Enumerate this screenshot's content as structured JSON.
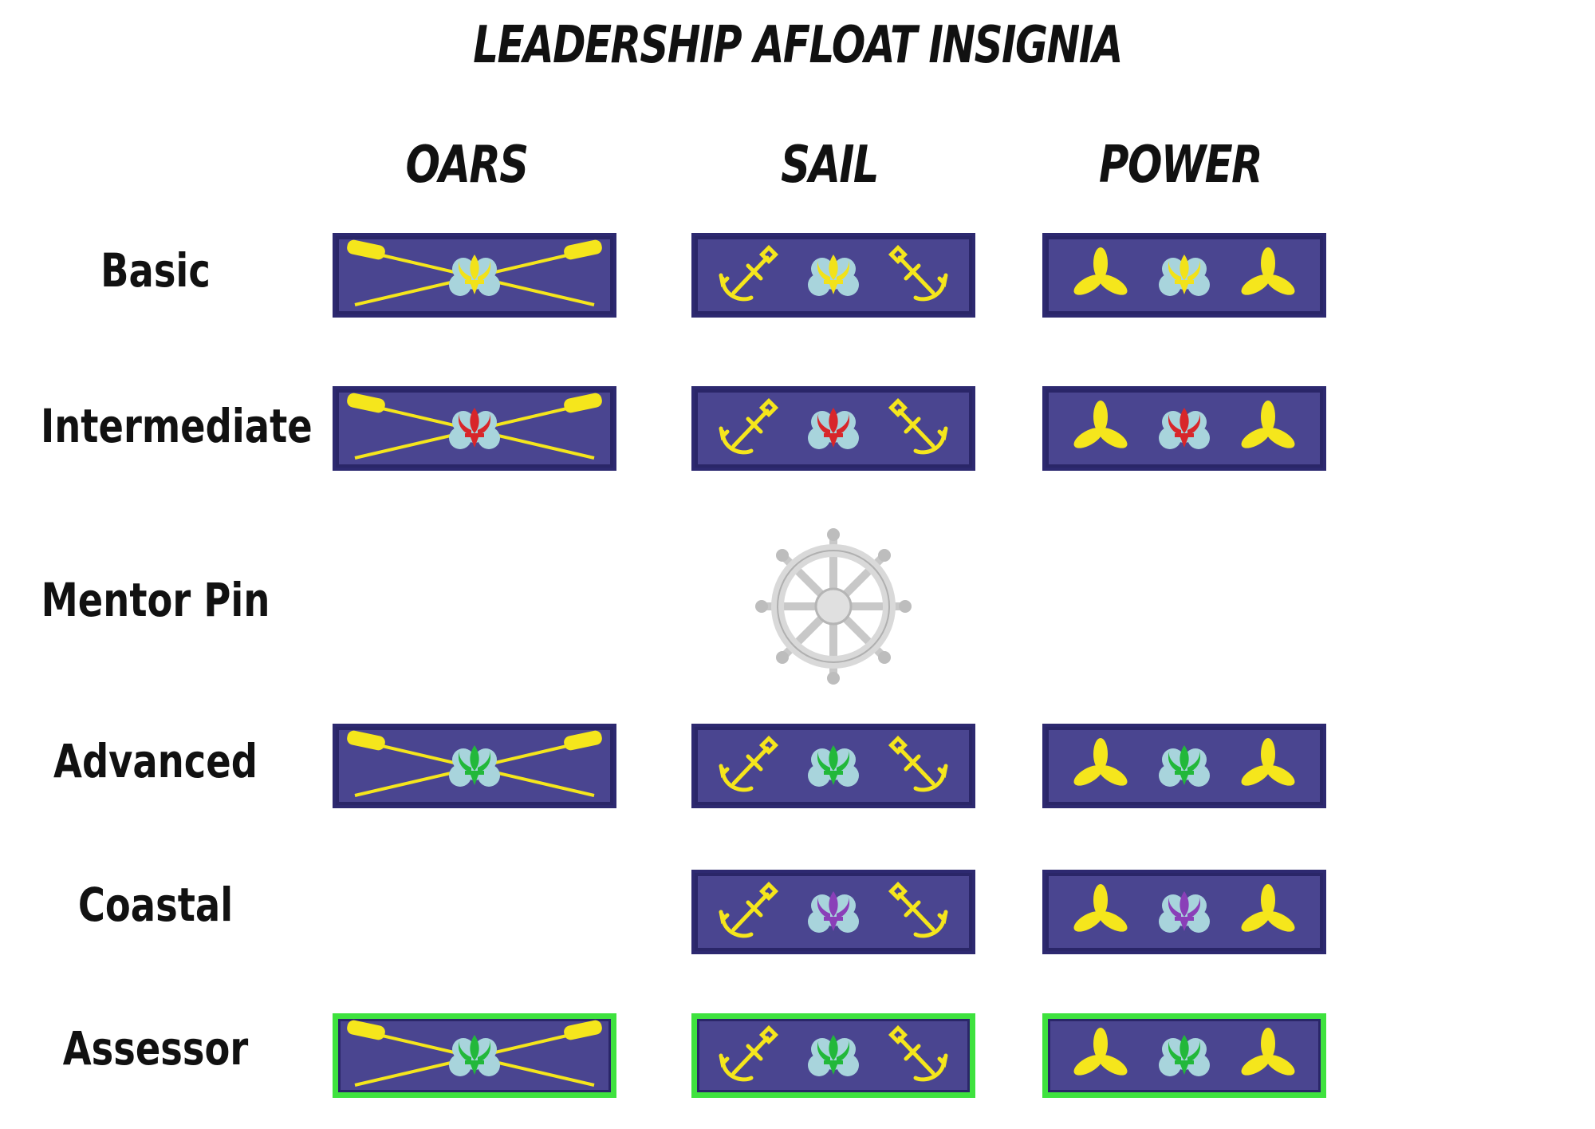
{
  "title": "LEADERSHIP AFLOAT INSIGNIA",
  "columns": [
    "OARS",
    "SAIL",
    "POWER"
  ],
  "rows": [
    {
      "label": "Basic",
      "center_color": "#f2e21a",
      "badges": [
        "oars",
        "sail",
        "power"
      ],
      "border": "#2d2970"
    },
    {
      "label": "Intermediate",
      "center_color": "#d8262a",
      "badges": [
        "oars",
        "sail",
        "power"
      ],
      "border": "#2d2970"
    },
    {
      "label": "Mentor Pin",
      "badges": [],
      "pin": "ship-wheel-icon"
    },
    {
      "label": "Advanced",
      "center_color": "#22b83a",
      "badges": [
        "oars",
        "sail",
        "power"
      ],
      "border": "#2d2970"
    },
    {
      "label": "Coastal",
      "center_color": "#8a3fb8",
      "badges": [
        "sail",
        "power"
      ],
      "border": "#2d2970"
    },
    {
      "label": "Assessor",
      "center_color": "#22b83a",
      "badges": [
        "oars",
        "sail",
        "power"
      ],
      "border": "#3ee23e"
    }
  ],
  "colors": {
    "patch": "#4a4590",
    "emblem": "#f5e61c",
    "cloud": "#a8d4dc"
  }
}
